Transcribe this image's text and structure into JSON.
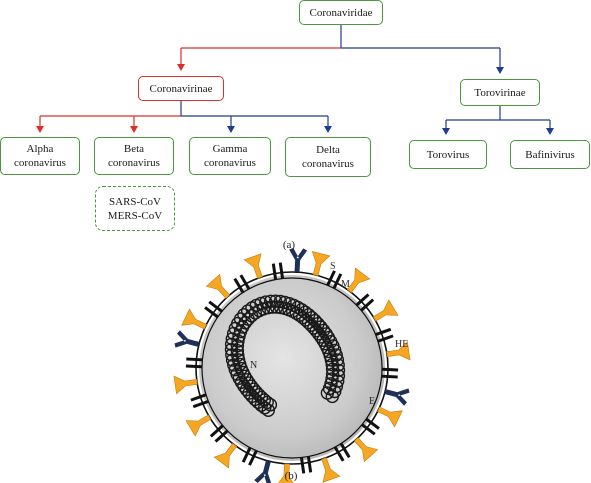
{
  "taxonomy": {
    "family": "Coronaviridae",
    "subfamilies": [
      {
        "name": "Coronavirinae",
        "genera": [
          {
            "line1": "Alpha",
            "line2": "coronavirus"
          },
          {
            "line1": "Beta",
            "line2": "coronavirus"
          },
          {
            "line1": "Gamma",
            "line2": "coronavirus"
          },
          {
            "line1": "Delta",
            "line2": "coronavirus"
          }
        ]
      },
      {
        "name": "Torovirinae",
        "genera": [
          {
            "line1": "Torovirus"
          },
          {
            "line1": "Bafinivirus"
          }
        ]
      }
    ],
    "beta_examples": [
      "SARS-CoV",
      "MERS-CoV"
    ]
  },
  "virion": {
    "labels": {
      "spike": "S",
      "membrane": "M",
      "hemagglutinin_esterase": "HE",
      "envelope": "E",
      "nucleocapsid": "N"
    }
  },
  "panel_labels": {
    "a": "(a)",
    "b": "(b)"
  },
  "colors": {
    "branch_red": "#d9302c",
    "branch_blue": "#1f3d8f",
    "box_green": "#4a9a3c",
    "spike_orange": "#f5a623",
    "he_navy": "#1f3158",
    "membrane_black": "#111111",
    "virion_gray": "#c9c9c9"
  }
}
